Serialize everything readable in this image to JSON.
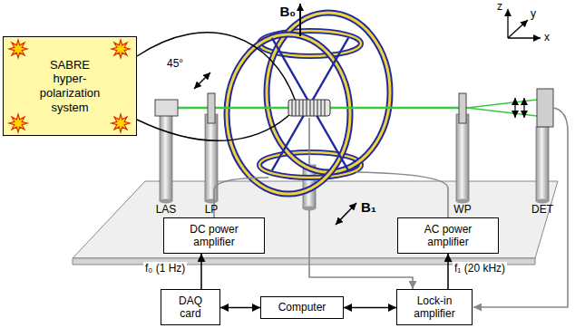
{
  "diagram": {
    "nodes": [
      {
        "text": [
          "SABRE hyper-polarization system"
        ]
      },
      {
        "text": [
          "DC power amplifier"
        ]
      },
      {
        "text": [
          "AC power amplifier"
        ]
      },
      {
        "text": [
          "DAQ card"
        ]
      },
      {
        "text": [
          "Computer"
        ]
      },
      {
        "text": [
          "Lock-in amplifier"
        ]
      }
    ],
    "edges": [
      {
        "from": 3,
        "to": 1,
        "label": "f₀ (1 Hz)",
        "arrow": "to"
      },
      {
        "from": 5,
        "to": 2,
        "label": "f₁ (20 kHz)",
        "arrow": "to"
      },
      {
        "from": 4,
        "to": 3,
        "arrow": "both"
      },
      {
        "from": 4,
        "to": 5,
        "arrow": "both"
      }
    ],
    "labels": [
      "B₀",
      "45°",
      "z",
      "y",
      "x",
      "LAS",
      "LP",
      "WP",
      "DET",
      "B₁"
    ]
  }
}
